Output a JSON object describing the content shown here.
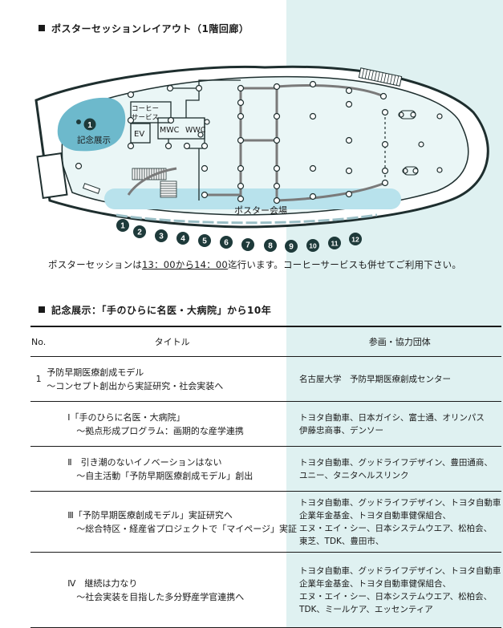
{
  "section1": {
    "title": "ポスターセッションレイアウト（1階回廊）"
  },
  "map": {
    "labels": {
      "memorial_number": "1",
      "memorial": "記念展示",
      "coffee_line1": "コーヒー",
      "coffee_line2": "サービス",
      "ev": "EV",
      "mwc": "MWC",
      "wwc": "WWC",
      "poster_hall": "ポスター会場"
    },
    "booths": [
      "1",
      "2",
      "3",
      "4",
      "5",
      "6",
      "7",
      "8",
      "9",
      "10",
      "11",
      "12"
    ],
    "colors": {
      "accent": "#7fc8d6",
      "pill": "#b8e2ec",
      "booth": "#1e3a3a"
    }
  },
  "note": {
    "prefix": "ポスターセッションは",
    "time": "13：00から14：00",
    "suffix": "迄行います。コーヒーサービスも併せてご利用下さい。"
  },
  "section2": {
    "title": "記念展示：「手のひらに名医・大病院」から10年"
  },
  "table": {
    "headers": {
      "no": "No.",
      "title": "タイトル",
      "org": "参画・協力団体"
    },
    "rows": [
      {
        "no": "1",
        "title": [
          "予防早期医療創成モデル",
          "～コンセプト創出から実証研究・社会実装へ"
        ],
        "org": [
          "名古屋大学　予防早期医療創成センター"
        ]
      },
      {
        "no": "",
        "title": [
          "Ⅰ「手のひらに名医・大病院」",
          "　～拠点形成プログラム：画期的な産学連携"
        ],
        "org": [
          "トヨタ自動車、日本ガイシ、富士通、オリンパス",
          "伊藤忠商事、デンソー"
        ]
      },
      {
        "no": "",
        "title": [
          "Ⅱ　引き潮のないイノベーションはない",
          "　～自主活動「予防早期医療創成モデル」創出"
        ],
        "org": [
          "トヨタ自動車、グッドライフデザイン、豊田通商、",
          "ユニー、タニタヘルスリンク"
        ]
      },
      {
        "no": "",
        "title": [
          "Ⅲ「予防早期医療創成モデル」実証研究へ",
          "　～総合特区・経産省プロジェクトで「マイページ」実証"
        ],
        "org": [
          "トヨタ自動車、グッドライフデザイン、トヨタ自動車",
          "企業年金基金、トヨタ自動車健保組合、",
          "エヌ・エイ・シー、日本システムウエア、松柏会、",
          "東芝、TDK、豊田市、"
        ]
      },
      {
        "no": "",
        "title": [
          "Ⅳ　継続は力なり",
          "　～社会実装を目指した多分野産学官連携へ"
        ],
        "org": [
          "トヨタ自動車、グッドライフデザイン、トヨタ自動車",
          "企業年金基金、トヨタ自動車健保組合、",
          "エヌ・エイ・シー、日本システムウエア、松柏会、",
          "TDK、ミールケア、エッセンティア"
        ]
      }
    ]
  }
}
